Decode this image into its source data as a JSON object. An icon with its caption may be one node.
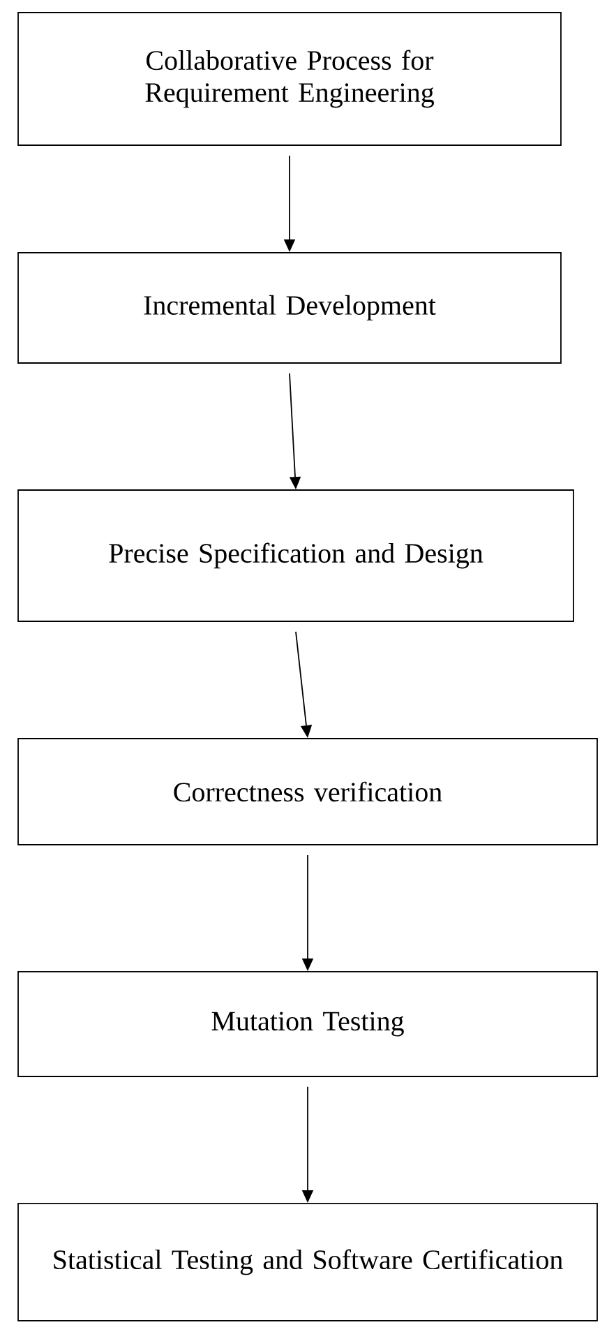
{
  "diagram": {
    "nodes": [
      {
        "text": [
          "Collaborative Process for Requirement Engineering"
        ]
      },
      {
        "text": [
          "Incremental Development"
        ]
      },
      {
        "text": [
          "Precise Specification and Design"
        ]
      },
      {
        "text": [
          "Correctness verification"
        ]
      },
      {
        "text": [
          "Mutation Testing"
        ]
      },
      {
        "text": [
          "Statistical Testing and Software Certification"
        ]
      }
    ],
    "edges": [
      {
        "from": 0,
        "to": 1,
        "arrow": "to"
      },
      {
        "from": 1,
        "to": 2,
        "arrow": "to"
      },
      {
        "from": 2,
        "to": 3,
        "arrow": "to"
      },
      {
        "from": 3,
        "to": 4,
        "arrow": "to"
      },
      {
        "from": 4,
        "to": 5,
        "arrow": "to"
      }
    ]
  }
}
